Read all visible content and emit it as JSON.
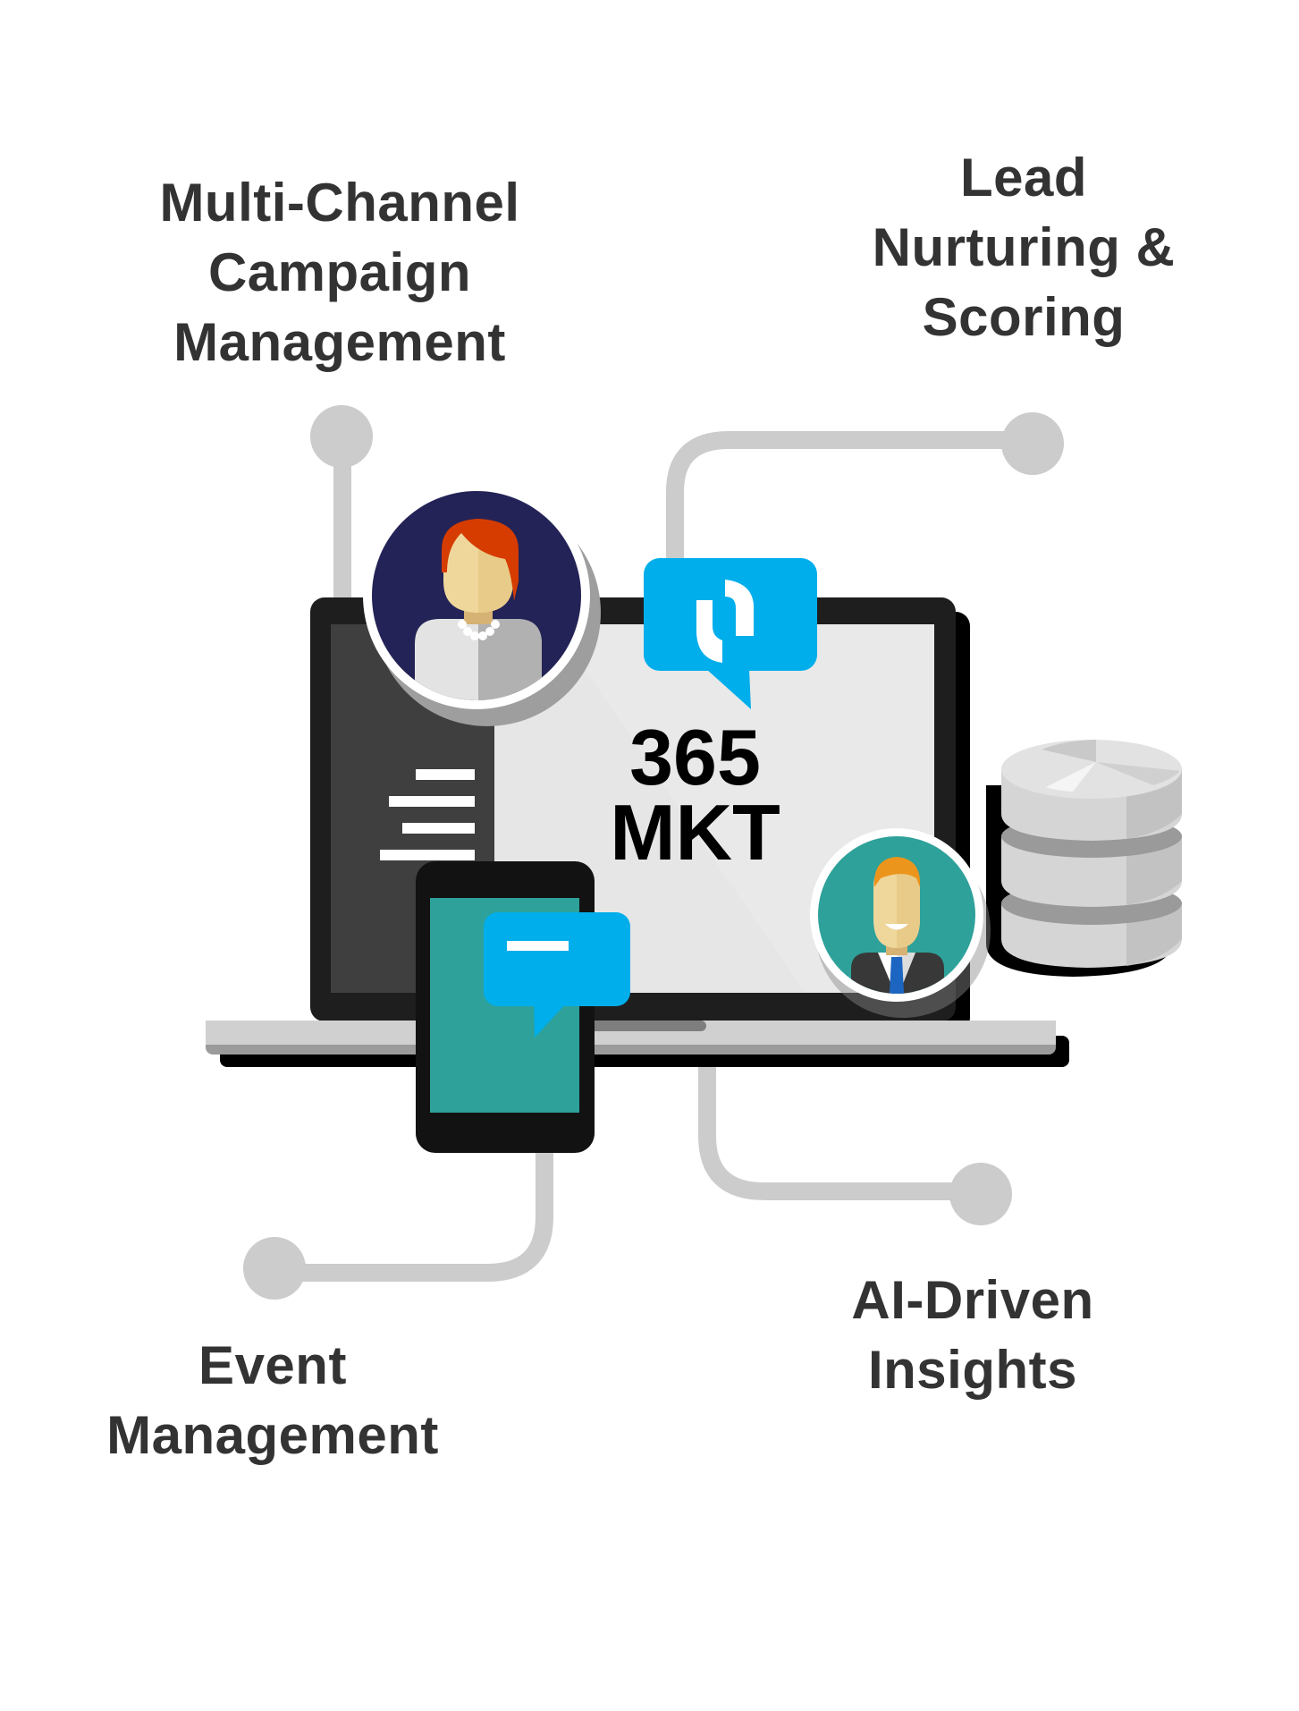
{
  "features": [
    {
      "id": "multi-channel",
      "lines": [
        "Multi-Channel",
        "Campaign",
        "Management"
      ]
    },
    {
      "id": "lead-nurturing",
      "lines": [
        "Lead",
        "Nurturing &",
        "Scoring"
      ]
    },
    {
      "id": "ai-insights",
      "lines": [
        "AI-Driven",
        "Insights"
      ]
    },
    {
      "id": "event-management",
      "lines": [
        "Event",
        "Management"
      ]
    }
  ],
  "screen": {
    "line1": "365",
    "line2": "MKT"
  },
  "icons": {
    "woman_avatar": "woman-avatar-icon",
    "man_avatar": "man-avatar-icon",
    "quote_bubble": "quote-bubble-icon",
    "chat_bubble": "chat-bubble-icon",
    "database": "database-icon",
    "laptop": "laptop-icon",
    "phone": "smartphone-icon"
  },
  "colors": {
    "text": "#333333",
    "connector": "#cccccc",
    "accent_blue": "#00aeeb",
    "teal": "#2ea19a",
    "navy": "#232357",
    "hair_red": "#d63c00",
    "hair_orange": "#ec951c"
  }
}
